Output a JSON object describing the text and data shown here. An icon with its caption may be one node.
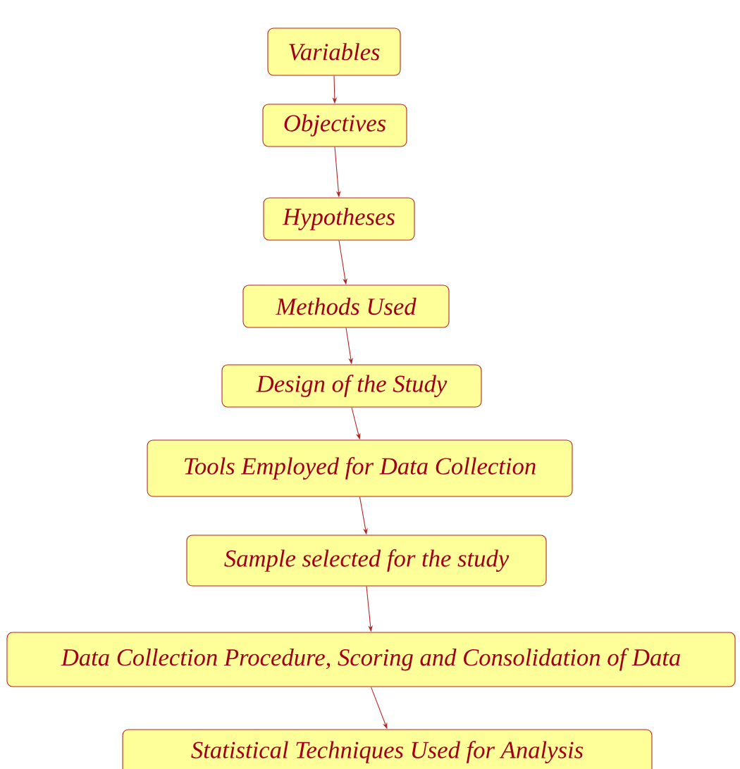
{
  "diagram": {
    "nodes": [
      {
        "text": [
          "Variables"
        ]
      },
      {
        "text": [
          "Objectives"
        ]
      },
      {
        "text": [
          "Hypotheses"
        ]
      },
      {
        "text": [
          "Methods Used"
        ]
      },
      {
        "text": [
          "Design of the Study"
        ]
      },
      {
        "text": [
          "Tools Employed for Data Collection"
        ]
      },
      {
        "text": [
          "Sample selected for the study"
        ]
      },
      {
        "text": [
          "Data Collection Procedure, Scoring and Consolidation of Data"
        ]
      },
      {
        "text": [
          "Statistical Techniques Used for Analysis"
        ]
      }
    ],
    "edges": [
      {
        "from": 0,
        "to": 1,
        "arrow": "to"
      },
      {
        "from": 1,
        "to": 2,
        "arrow": "to"
      },
      {
        "from": 2,
        "to": 3,
        "arrow": "to"
      },
      {
        "from": 3,
        "to": 4,
        "arrow": "to"
      },
      {
        "from": 4,
        "to": 5,
        "arrow": "to"
      },
      {
        "from": 5,
        "to": 6,
        "arrow": "to"
      },
      {
        "from": 6,
        "to": 7,
        "arrow": "to"
      },
      {
        "from": 7,
        "to": 8,
        "arrow": "to"
      }
    ]
  }
}
